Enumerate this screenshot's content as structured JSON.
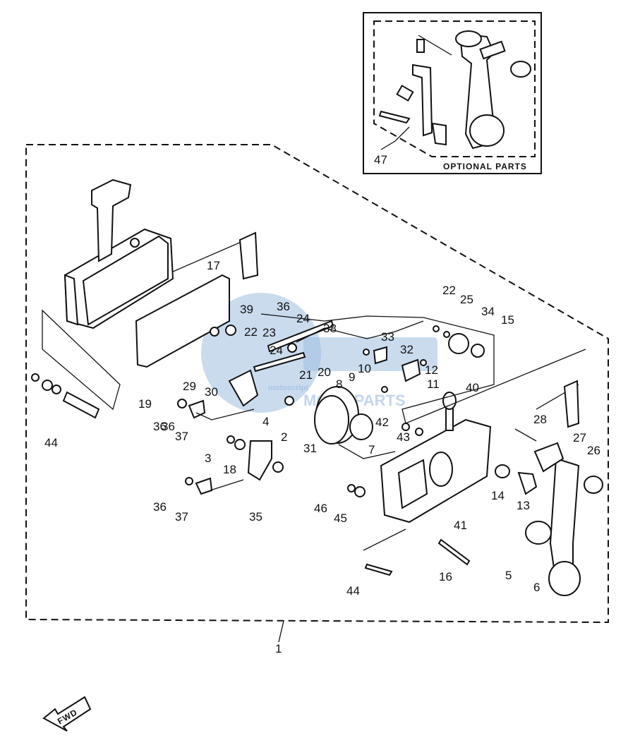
{
  "optional_box": {
    "caption": "OPTIONAL PARTS",
    "part_number": "47"
  },
  "assembly": {
    "part_number": "1"
  },
  "fwd_badge": "FWD",
  "callouts": [
    "2",
    "3",
    "4",
    "5",
    "6",
    "7",
    "8",
    "9",
    "10",
    "11",
    "12",
    "13",
    "14",
    "15",
    "16",
    "17",
    "18",
    "19",
    "20",
    "21",
    "22",
    "22",
    "23",
    "24",
    "24",
    "25",
    "26",
    "27",
    "28",
    "29",
    "30",
    "31",
    "32",
    "33",
    "34",
    "35",
    "36",
    "36",
    "36",
    "36",
    "37",
    "37",
    "38",
    "39",
    "40",
    "41",
    "42",
    "43",
    "44",
    "44",
    "45",
    "46"
  ],
  "watermark": {
    "line1": "motoscript",
    "line2": "MOTO PARTS"
  }
}
